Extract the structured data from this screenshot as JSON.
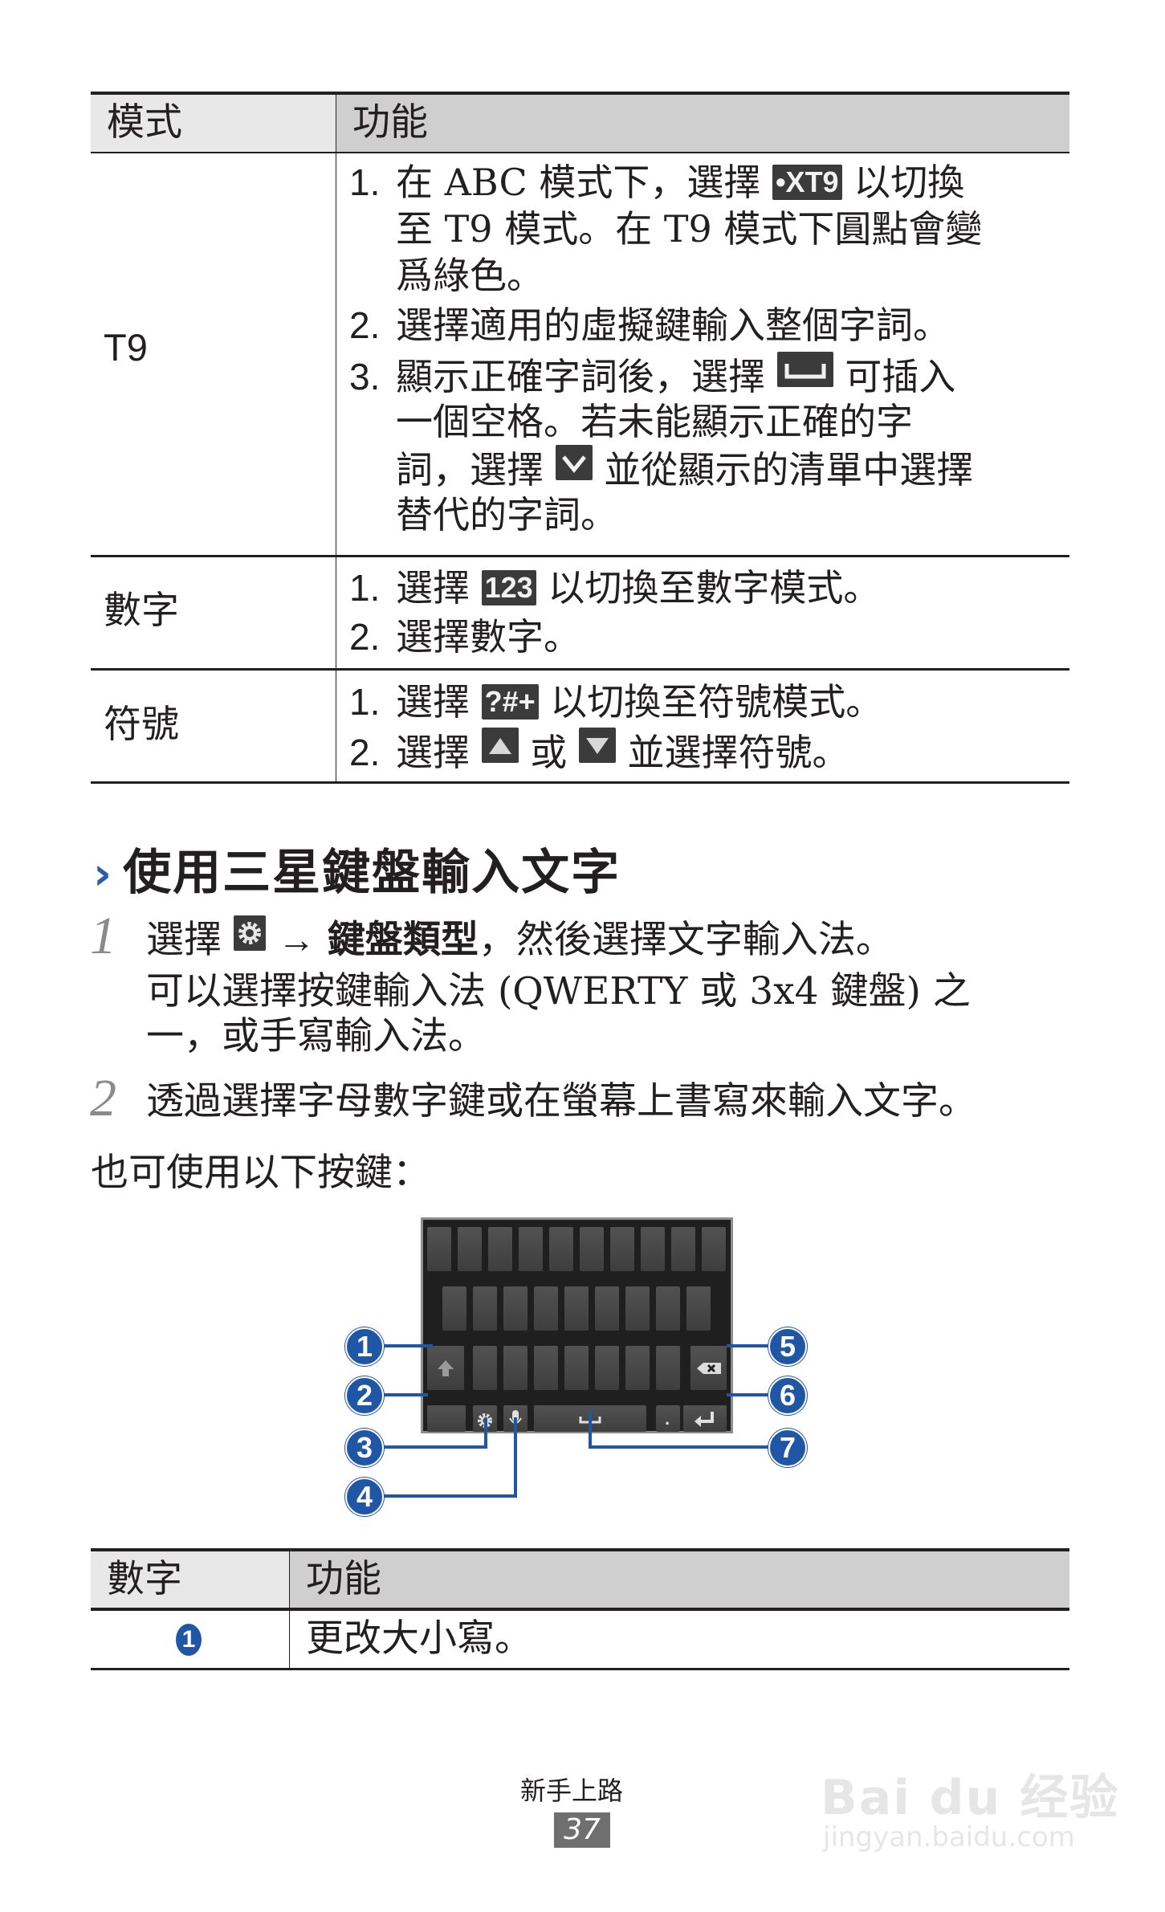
{
  "table1": {
    "headers": [
      "模式",
      "功能"
    ],
    "rows": [
      {
        "mode": "T9",
        "items": [
          {
            "num": "1.",
            "lines": [
              "在 ABC 模式下，選擇",
              "以切換",
              "至 T9 模式。在 T9 模式下圓點會變",
              "爲綠色。"
            ],
            "icon": "xt9-key-icon",
            "icon_label": "•XT9"
          },
          {
            "num": "2.",
            "lines": [
              "選擇適用的虛擬鍵輸入整個字詞。"
            ]
          },
          {
            "num": "3.",
            "lines": [
              "顯示正確字詞後，選擇",
              "可插入",
              "一個空格。若未能顯示正確的字",
              "詞，選擇",
              "並從顯示的清單中選擇",
              "替代的字詞。"
            ],
            "icons": [
              "space-key-icon",
              "chevron-down-key-icon"
            ]
          }
        ]
      },
      {
        "mode": "數字",
        "items": [
          {
            "num": "1.",
            "lines": [
              "選擇",
              "以切換至數字模式。"
            ],
            "icon": "numeric-key-icon",
            "icon_label": "123"
          },
          {
            "num": "2.",
            "lines": [
              "選擇數字。"
            ]
          }
        ]
      },
      {
        "mode": "符號",
        "items": [
          {
            "num": "1.",
            "lines": [
              "選擇",
              "以切換至符號模式。"
            ],
            "icon": "symbol-key-icon",
            "icon_label": "?#+"
          },
          {
            "num": "2.",
            "lines": [
              "選擇",
              "或",
              "並選擇符號。"
            ],
            "icons": [
              "arrow-up-key-icon",
              "arrow-down-key-icon"
            ]
          }
        ]
      }
    ]
  },
  "section": {
    "chevron": "›",
    "heading": "使用三星鍵盤輸入文字",
    "steps": [
      {
        "num": "1",
        "pre": "選擇",
        "arrow": "→",
        "bold": "鍵盤類型",
        "post": "，然後選擇文字輸入法。",
        "sub": [
          "可以選擇按鍵輸入法 (QWERTY 或 3x4 鍵盤) 之",
          "一，或手寫輸入法。"
        ]
      },
      {
        "num": "2",
        "text": "透過選擇字母數字鍵或在螢幕上書寫來輸入文字。"
      }
    ],
    "note": "也可使用以下按鍵："
  },
  "keyboard": {
    "callouts": [
      "1",
      "2",
      "3",
      "4",
      "5",
      "6",
      "7"
    ],
    "period_key": ".",
    "accent": "#1f56a5"
  },
  "table2": {
    "headers": [
      "數字",
      "功能"
    ],
    "rows": [
      {
        "num": "1",
        "desc": "更改大小寫。"
      }
    ]
  },
  "footer": {
    "section_title": "新手上路",
    "page_number": "37"
  },
  "watermark": {
    "logo": "Bai du 经验",
    "url": "jingyan.baidu.com"
  }
}
